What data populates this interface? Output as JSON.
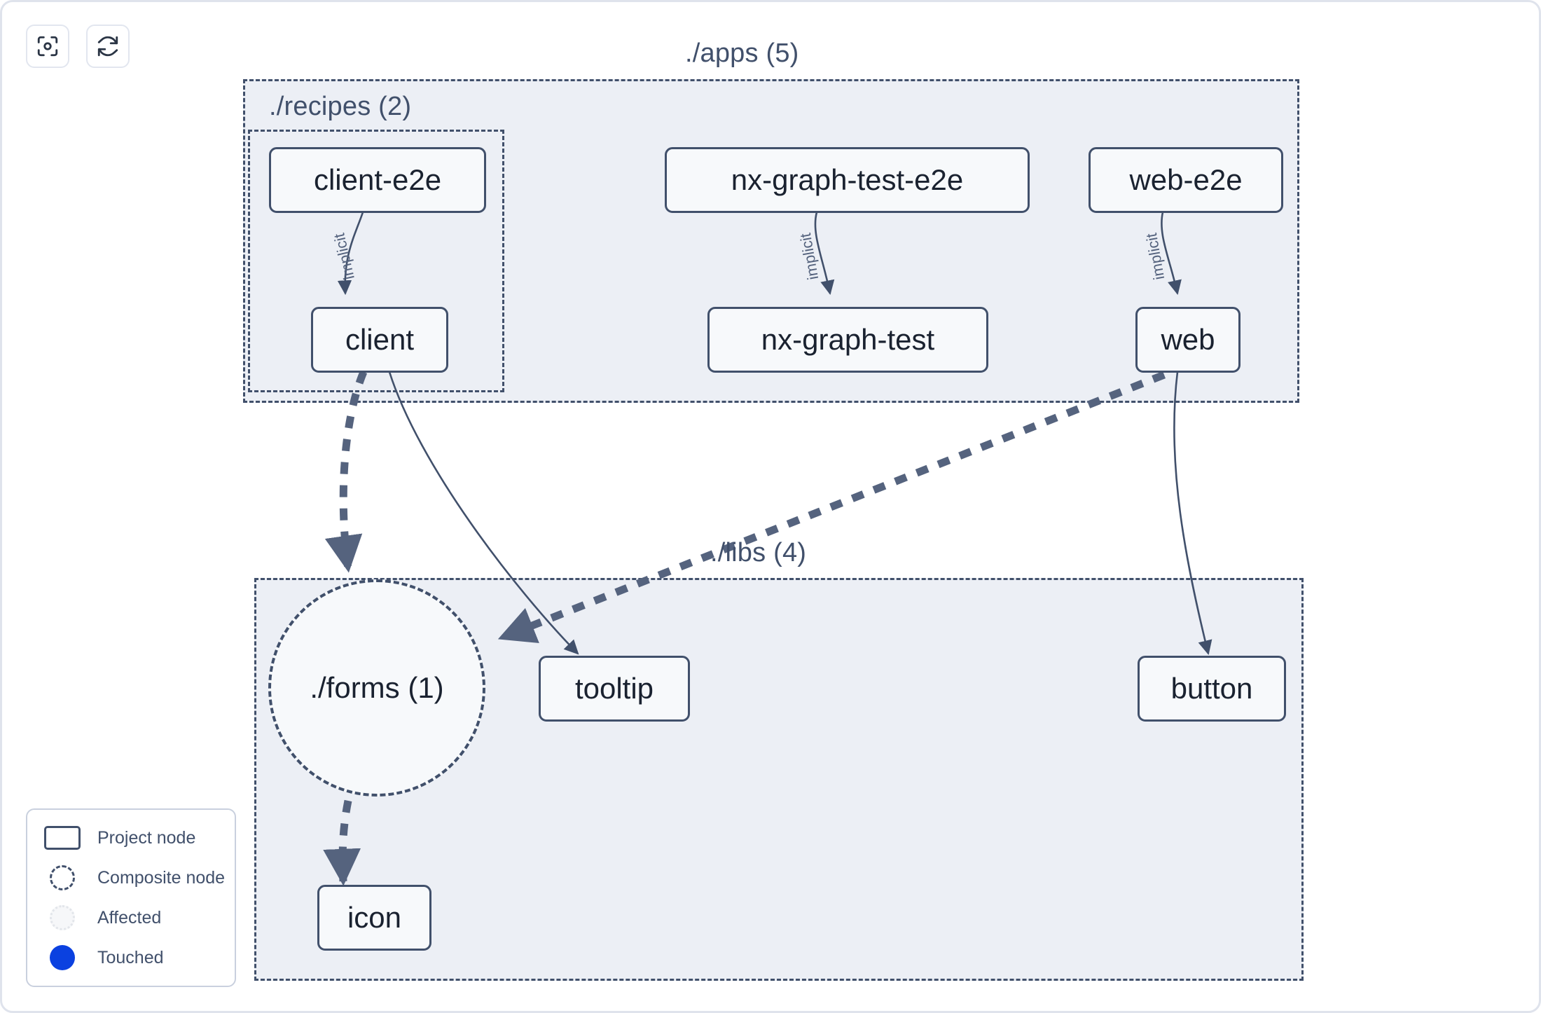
{
  "toolbar": {
    "buttons": [
      {
        "name": "focus-target-icon",
        "label": "Focus graph"
      },
      {
        "name": "refresh-icon",
        "label": "Refresh graph"
      }
    ]
  },
  "graph": {
    "groups": [
      {
        "id": "apps",
        "label": "./apps (5)",
        "count": 5
      },
      {
        "id": "recipes",
        "label": "./recipes (2)",
        "count": 2
      },
      {
        "id": "libs",
        "label": "./libs (4)",
        "count": 4
      }
    ],
    "nodes": [
      {
        "id": "client-e2e",
        "label": "client-e2e",
        "kind": "project"
      },
      {
        "id": "nx-graph-test-e2e",
        "label": "nx-graph-test-e2e",
        "kind": "project"
      },
      {
        "id": "web-e2e",
        "label": "web-e2e",
        "kind": "project"
      },
      {
        "id": "client",
        "label": "client",
        "kind": "project"
      },
      {
        "id": "nx-graph-test",
        "label": "nx-graph-test",
        "kind": "project"
      },
      {
        "id": "web",
        "label": "web",
        "kind": "project"
      },
      {
        "id": "forms",
        "label": "./forms (1)",
        "kind": "composite"
      },
      {
        "id": "tooltip",
        "label": "tooltip",
        "kind": "project"
      },
      {
        "id": "button",
        "label": "button",
        "kind": "project"
      },
      {
        "id": "icon",
        "label": "icon",
        "kind": "project"
      }
    ],
    "edges": [
      {
        "from": "client-e2e",
        "to": "client",
        "label": "implicit",
        "style": "solid"
      },
      {
        "from": "nx-graph-test-e2e",
        "to": "nx-graph-test",
        "label": "implicit",
        "style": "solid"
      },
      {
        "from": "web-e2e",
        "to": "web",
        "label": "implicit",
        "style": "solid"
      },
      {
        "from": "client",
        "to": "forms",
        "label": "",
        "style": "dashed"
      },
      {
        "from": "client",
        "to": "tooltip",
        "label": "",
        "style": "solid"
      },
      {
        "from": "web",
        "to": "forms",
        "label": "",
        "style": "dashed"
      },
      {
        "from": "web",
        "to": "button",
        "label": "",
        "style": "solid"
      },
      {
        "from": "forms",
        "to": "icon",
        "label": "",
        "style": "dashed"
      }
    ]
  },
  "legend": {
    "items": [
      {
        "swatch": "project-node-swatch",
        "label": "Project node"
      },
      {
        "swatch": "composite-node-swatch",
        "label": "Composite node"
      },
      {
        "swatch": "affected-swatch",
        "label": "Affected"
      },
      {
        "swatch": "touched-swatch",
        "label": "Touched"
      }
    ]
  },
  "colors": {
    "canvas": "#ffffff",
    "group_fill": "#eceff5",
    "stroke": "#41506b",
    "node_fill": "#f7f9fb",
    "text": "#1a2230",
    "touched": "#0b41e0"
  }
}
